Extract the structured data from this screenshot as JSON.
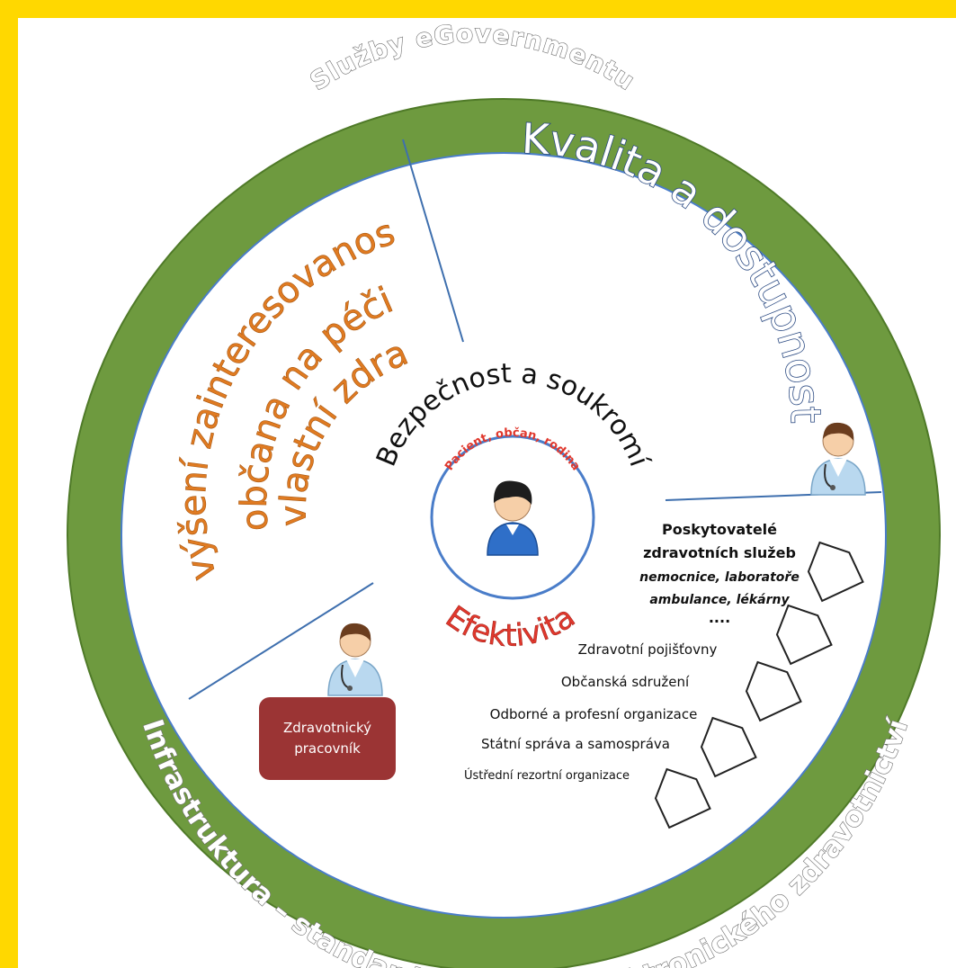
{
  "ring": {
    "top_label": "Služby eGovernmentu",
    "bottom_label": "Infrastruktura – standardy – správa elektronického zdravotnictví"
  },
  "sectors": {
    "right_label": "Kvalita a dostupnost",
    "left_lines": [
      "Zvýšení zainteresovanosti",
      "občana na péči",
      "o vlastní zdraví"
    ]
  },
  "center": {
    "top_arc": "Bezpečnost a soukromí",
    "bottom_arc": "Efektivita",
    "inner_label": "Pacient, občan, rodina"
  },
  "worker_box": {
    "lines": [
      "Zdravotnický",
      "pracovník"
    ]
  },
  "stakeholders": [
    "Poskytovatelé",
    "zdravotních služeb",
    "nemocnice, laboratoře",
    "ambulance, lékárny",
    "....",
    "Zdravotní pojišťovny",
    "Občanská sdružení",
    "Odborné a profesní organizace",
    "Státní správa a samospráva",
    "Ústřední rezortní organizace"
  ],
  "colors": {
    "background": "#FFD800",
    "ring": "#6E9A3F",
    "divider": "#3E6FAE",
    "inner_circle": "#4A7DC9",
    "kvalita_text": "#2b4a82",
    "orange_text": "#E07B22",
    "accent_red": "#E0382D",
    "worker_box": "#9B3434"
  },
  "icons": {
    "center": "person-icon",
    "doctors": "doctor-icon",
    "houses": "house-icon"
  }
}
